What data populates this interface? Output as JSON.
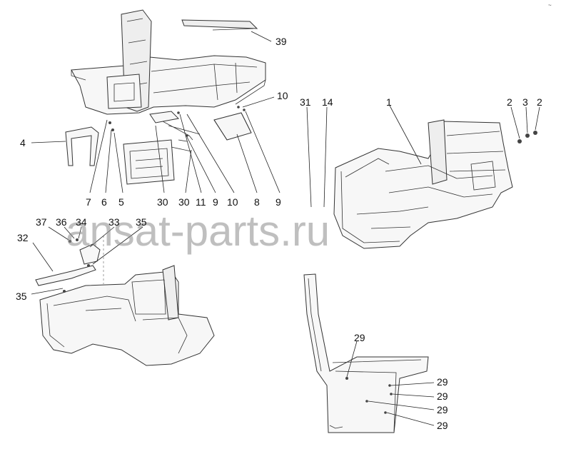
{
  "watermark": "ansat-parts.ru",
  "corner_mark": "~",
  "callouts": {
    "c39": "39",
    "c10a": "10",
    "c4": "4",
    "c7": "7",
    "c6": "6",
    "c5": "5",
    "c30a": "30",
    "c30b": "30",
    "c11": "11",
    "c9a": "9",
    "c10b": "10",
    "c8": "8",
    "c9b": "9",
    "c31": "31",
    "c14": "14",
    "c1": "1",
    "c2a": "2",
    "c3": "3",
    "c2b": "2",
    "c37": "37",
    "c36": "36",
    "c34": "34",
    "c33": "33",
    "c35a": "35",
    "c32": "32",
    "c35b": "35",
    "c29a": "29",
    "c29b": "29",
    "c29c": "29",
    "c29d": "29",
    "c29e": "29"
  }
}
